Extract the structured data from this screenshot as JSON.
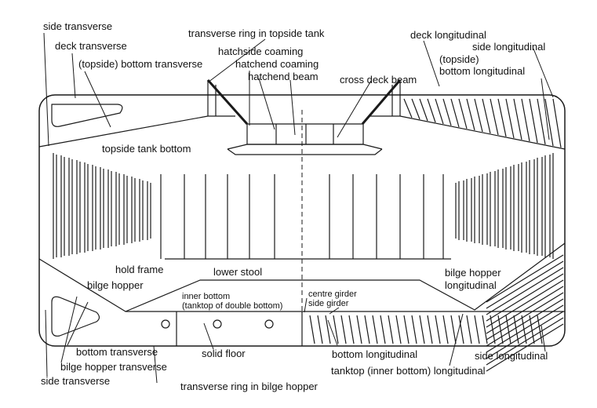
{
  "colors": {
    "line": "#1a1a1a",
    "background": "#ffffff"
  },
  "labels": {
    "side_transverse_top": "side transverse",
    "deck_transverse": "deck transverse",
    "topside_bottom_transverse": "(topside) bottom transverse",
    "transverse_ring_topside": "transverse ring in topside tank",
    "hatchside_coaming": "hatchside coaming",
    "hatchend_coaming": "hatchend coaming",
    "hatchend_beam": "hatchend beam",
    "cross_deck_beam": "cross deck beam",
    "deck_longitudinal": "deck longitudinal",
    "side_longitudinal_top": "side longitudinal",
    "topside_prefix": "(topside)",
    "bottom_longitudinal_topside": "bottom longitudinal",
    "topside_tank_bottom": "topside tank bottom",
    "hold_frame": "hold frame",
    "bilge_hopper": "bilge hopper",
    "lower_stool": "lower stool",
    "inner_bottom_1": "inner bottom",
    "inner_bottom_2": "(tanktop of double bottom)",
    "centre_girder": "centre girder",
    "side_girder": "side girder",
    "bilge_hopper_longitudinal_1": "bilge hopper",
    "bilge_hopper_longitudinal_2": "longitudinal",
    "bottom_transverse": "bottom transverse",
    "bilge_hopper_transverse": "bilge hopper transverse",
    "side_transverse_bottom": "side transverse",
    "solid_floor": "solid floor",
    "transverse_ring_bilge": "transverse ring in bilge hopper",
    "bottom_longitudinal": "bottom longitudinal",
    "tanktop_longitudinal": "tanktop (inner bottom) longitudinal",
    "side_longitudinal_bottom": "side longitudinal"
  }
}
